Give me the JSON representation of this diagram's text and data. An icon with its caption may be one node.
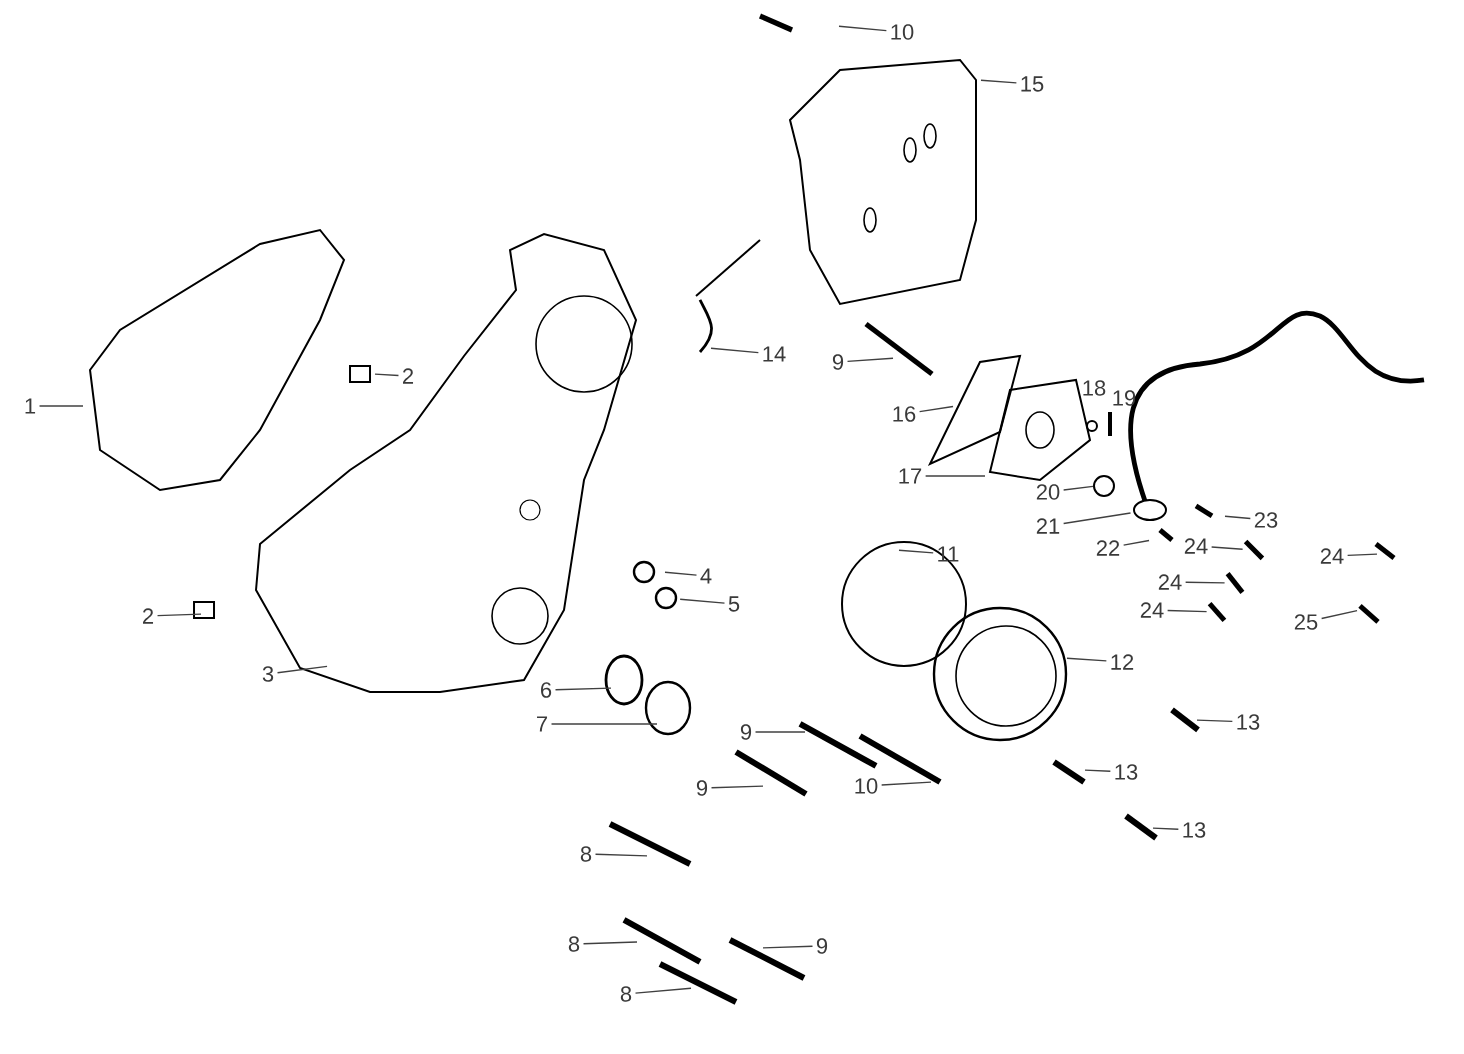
{
  "diagram": {
    "nodes": [
      {
        "text": [
          "10"
        ]
      },
      {
        "text": [
          "15"
        ]
      },
      {
        "text": [
          "14"
        ]
      },
      {
        "text": [
          "9"
        ]
      },
      {
        "text": [
          "2"
        ]
      },
      {
        "text": [
          "1"
        ]
      },
      {
        "text": [
          "16"
        ]
      },
      {
        "text": [
          "17"
        ]
      },
      {
        "text": [
          "20"
        ]
      },
      {
        "text": [
          "21"
        ]
      },
      {
        "text": [
          "23"
        ]
      },
      {
        "text": [
          "22"
        ]
      },
      {
        "text": [
          "24"
        ]
      },
      {
        "text": [
          "24"
        ]
      },
      {
        "text": [
          "11"
        ]
      },
      {
        "text": [
          "4"
        ]
      },
      {
        "text": [
          "24"
        ]
      },
      {
        "text": [
          "5"
        ]
      },
      {
        "text": [
          "24"
        ]
      },
      {
        "text": [
          "2"
        ]
      },
      {
        "text": [
          "25"
        ]
      },
      {
        "text": [
          "12"
        ]
      },
      {
        "text": [
          "3"
        ]
      },
      {
        "text": [
          "6"
        ]
      },
      {
        "text": [
          "13"
        ]
      },
      {
        "text": [
          "7"
        ]
      },
      {
        "text": [
          "9"
        ]
      },
      {
        "text": [
          "13"
        ]
      },
      {
        "text": [
          "10"
        ]
      },
      {
        "text": [
          "9"
        ]
      },
      {
        "text": [
          "13"
        ]
      },
      {
        "text": [
          "8"
        ]
      },
      {
        "text": [
          "8"
        ]
      },
      {
        "text": [
          "9"
        ]
      },
      {
        "text": [
          "8"
        ]
      },
      {
        "text": [],
        "shape": "ring"
      },
      {
        "text": [],
        "shape": "ellipse"
      },
      {
        "text": [],
        "shape": "bolt"
      },
      {
        "text": [],
        "shape": "bolt"
      },
      {
        "text": [],
        "shape": "bolt"
      }
    ],
    "edges": [
      {
        "from": 0,
        "to": null,
        "arrow": "none"
      },
      {
        "from": 1,
        "to": null,
        "arrow": "none"
      },
      {
        "from": 2,
        "to": null,
        "arrow": "none"
      },
      {
        "from": 3,
        "to": null,
        "arrow": "none"
      },
      {
        "from": 4,
        "to": null,
        "arrow": "none"
      },
      {
        "from": 5,
        "to": null,
        "arrow": "none"
      },
      {
        "from": 6,
        "to": null,
        "arrow": "none"
      },
      {
        "from": 7,
        "to": null,
        "arrow": "none"
      },
      {
        "from": 8,
        "to": null,
        "arrow": "none"
      },
      {
        "from": 9,
        "to": 36,
        "arrow": "none"
      },
      {
        "from": 10,
        "to": null,
        "arrow": "none"
      },
      {
        "from": 11,
        "to": null,
        "arrow": "none"
      },
      {
        "from": 12,
        "to": 37,
        "arrow": "none"
      },
      {
        "from": 13,
        "to": null,
        "arrow": "none"
      },
      {
        "from": 14,
        "to": null,
        "arrow": "none"
      },
      {
        "from": 15,
        "to": null,
        "arrow": "none"
      },
      {
        "from": 16,
        "to": 38,
        "arrow": "none"
      },
      {
        "from": 17,
        "to": 35,
        "arrow": "none"
      },
      {
        "from": 18,
        "to": 39,
        "arrow": "none"
      },
      {
        "from": 19,
        "to": null,
        "arrow": "none"
      },
      {
        "from": 20,
        "to": null,
        "arrow": "none"
      },
      {
        "from": 21,
        "to": null,
        "arrow": "none"
      },
      {
        "from": 22,
        "to": null,
        "arrow": "none"
      },
      {
        "from": 23,
        "to": null,
        "arrow": "none"
      },
      {
        "from": 24,
        "to": null,
        "arrow": "none"
      },
      {
        "from": 25,
        "to": null,
        "arrow": "none"
      },
      {
        "from": 26,
        "to": null,
        "arrow": "none"
      },
      {
        "from": 27,
        "to": null,
        "arrow": "none"
      },
      {
        "from": 28,
        "to": null,
        "arrow": "none"
      },
      {
        "from": 29,
        "to": null,
        "arrow": "none"
      },
      {
        "from": 30,
        "to": null,
        "arrow": "none"
      },
      {
        "from": 31,
        "to": null,
        "arrow": "none"
      },
      {
        "from": 32,
        "to": null,
        "arrow": "none"
      },
      {
        "from": 33,
        "to": null,
        "arrow": "none"
      },
      {
        "from": 34,
        "to": null,
        "arrow": "none"
      }
    ],
    "labels": [
      "18",
      "19"
    ]
  }
}
